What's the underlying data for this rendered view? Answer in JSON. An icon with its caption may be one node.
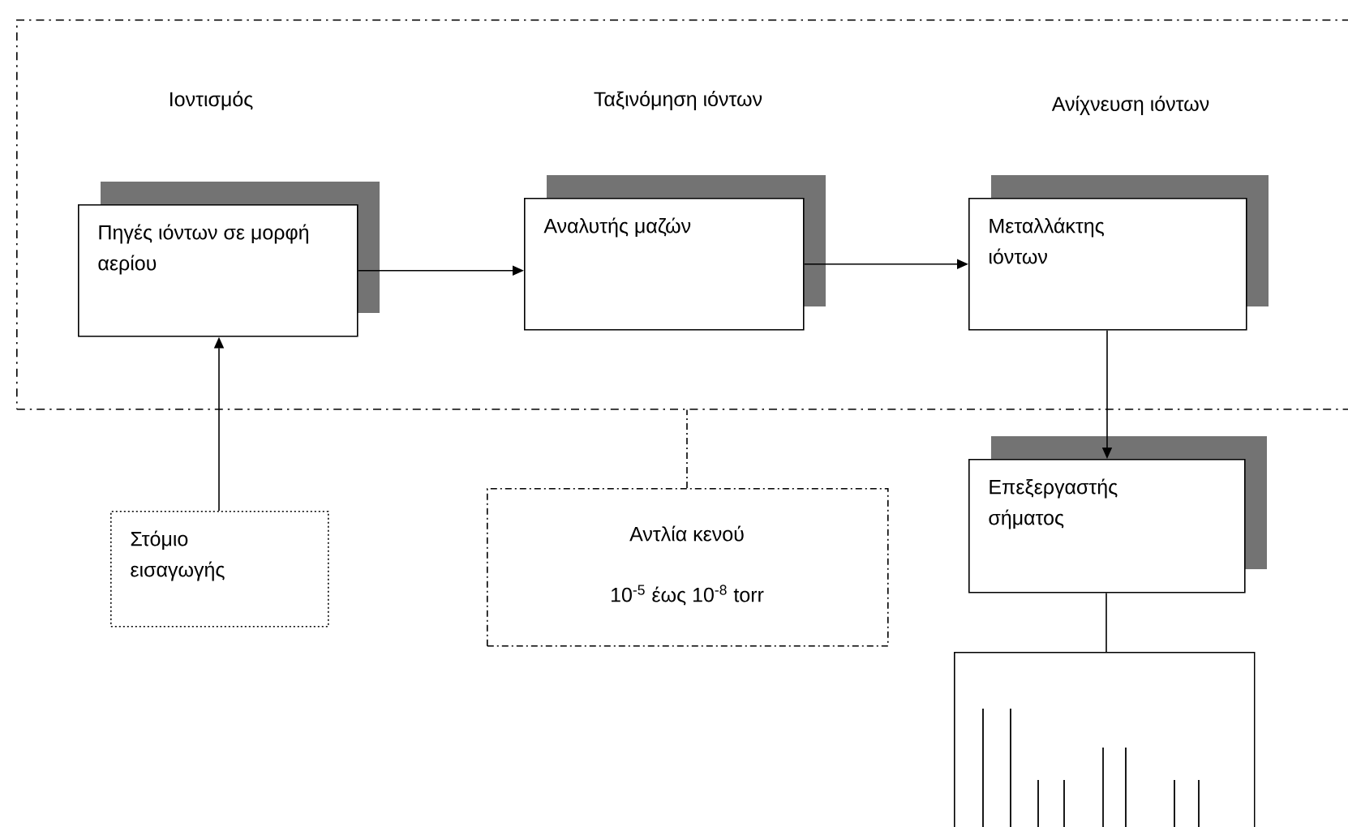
{
  "diagram": {
    "nodes": [
      {
        "text": [],
        "shape": "box"
      },
      {
        "text": [
          "Πηγές ιόντων σε μορφή αερίου"
        ],
        "in": 0,
        "beside": [
          "Ιοντισμός"
        ]
      },
      {
        "text": [
          "Αναλυτής μαζών"
        ],
        "in": 0,
        "beside": [
          "Ταξινόμηση ιόντων"
        ]
      },
      {
        "text": [
          "Μεταλλάκτης ιόντων"
        ],
        "in": 0,
        "beside": [
          "Ανίχνευση ιόντων"
        ]
      },
      {
        "text": [
          "Στόμιο εισαγωγής"
        ]
      },
      {
        "text": [
          "Αντλία κενού",
          "10$^{-5}$ έως 10$^{-8}$ torr"
        ]
      },
      {
        "text": [
          "Επεξεργαστής σήματος"
        ]
      },
      {
        "text": [],
        "shape": "picture"
      }
    ],
    "edges": [
      {
        "from": 1,
        "to": 2,
        "arrow": "to"
      },
      {
        "from": 2,
        "to": 3,
        "arrow": "to"
      },
      {
        "from": 4,
        "to": 1,
        "arrow": "to"
      },
      {
        "from": 3,
        "to": 6,
        "arrow": "to"
      },
      {
        "from": 6,
        "to": 7,
        "arrow": "none"
      },
      {
        "from": 5,
        "to": 0,
        "arrow": "none",
        "style": "dashed"
      }
    ]
  }
}
